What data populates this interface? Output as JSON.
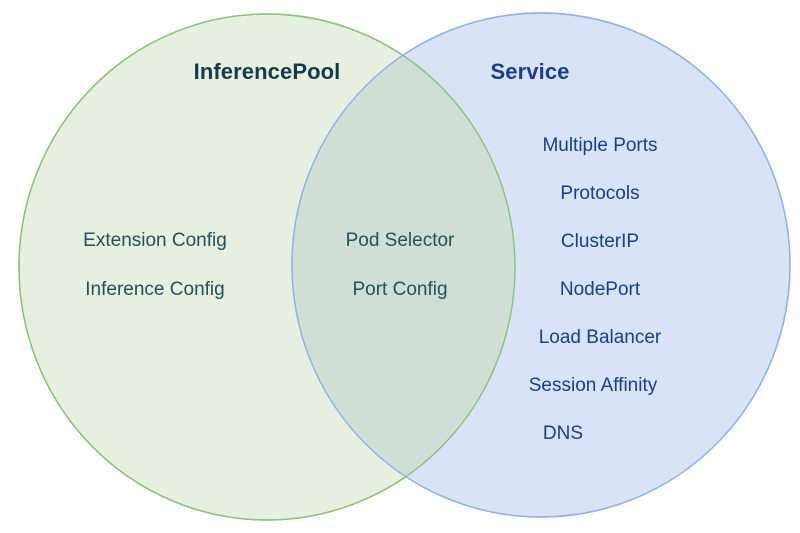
{
  "diagram": {
    "type": "venn",
    "background_color": "#ffffff",
    "sets": [
      {
        "id": "inferencepool",
        "title": "InferencePool",
        "title_color": "#17394a",
        "fill_color": "#e6f0e0",
        "stroke_color": "#8cc178",
        "text_color": "#24505c",
        "items": [
          "Extension Config",
          "Inference Config"
        ]
      },
      {
        "id": "service",
        "title": "Service",
        "title_color": "#1a3c91",
        "fill_color": "#d5e1f4",
        "stroke_color": "#8fb0e8",
        "text_color": "#1a3c91",
        "items": [
          "Multiple Ports",
          "Protocols",
          "ClusterIP",
          "NodePort",
          "Load Balancer",
          "Session Affinity",
          "DNS"
        ]
      }
    ],
    "intersection": {
      "id": "shared",
      "fill_color": "#cfdfd5",
      "text_color": "#24505c",
      "items": [
        "Pod Selector",
        "Port Config"
      ]
    }
  }
}
